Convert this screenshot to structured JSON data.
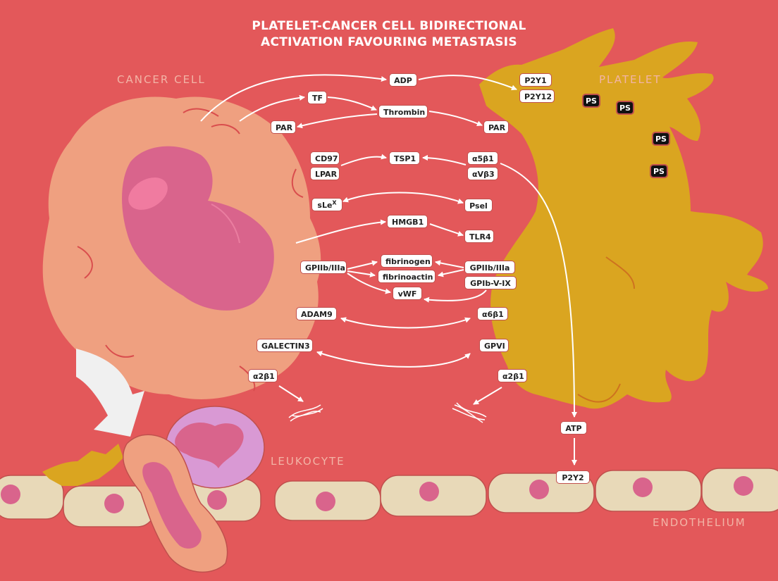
{
  "title_line1": "PLATELET-CANCER CELL BIDIRECTIONAL",
  "title_line2": "ACTIVATION FAVOURING METASTASIS",
  "labels": {
    "cancer_cell": "CANCER CELL",
    "platelet": "PLATELET",
    "leukocyte": "LEUKOCYTE",
    "endothelium": "ENDOTHELIUM"
  },
  "molecules": {
    "adp": "ADP",
    "p2y1": "P2Y1",
    "p2y12": "P2Y12",
    "tf": "TF",
    "thrombin": "Thrombin",
    "par_left": "PAR",
    "par_right": "PAR",
    "cd97": "CD97",
    "lpar": "LPAR",
    "tsp1": "TSP1",
    "a5b1": "α5β1",
    "avb3": "αVβ3",
    "slex": "sLe",
    "slex_sup": "X",
    "psel": "Psel",
    "hmgb1": "HMGB1",
    "tlr4": "TLR4",
    "gpiib_left": "GPIIb/IIIa",
    "fibrinogen": "fibrinogen",
    "fibrinoactin": "fibrinoactin",
    "vwf": "vWF",
    "gpiib_right": "GPIIb/IIIa",
    "gpib": "GPIb-V-IX",
    "adam9": "ADAM9",
    "a6b1": "α6β1",
    "galectin3": "GALECTIN3",
    "gpvi": "GPVI",
    "a2b1_left": "α2β1",
    "a2b1_right": "α2β1",
    "atp": "ATP",
    "p2y2": "P2Y2"
  },
  "ps_label": "PS",
  "colors": {
    "background": "#e3585a",
    "cancer_cell": "#efa080",
    "nucleus": "#d9648c",
    "platelet": "#daa520",
    "leukocyte": "#d999d4",
    "endothelium": "#e8d9b8",
    "box_border": "#c0504d"
  }
}
